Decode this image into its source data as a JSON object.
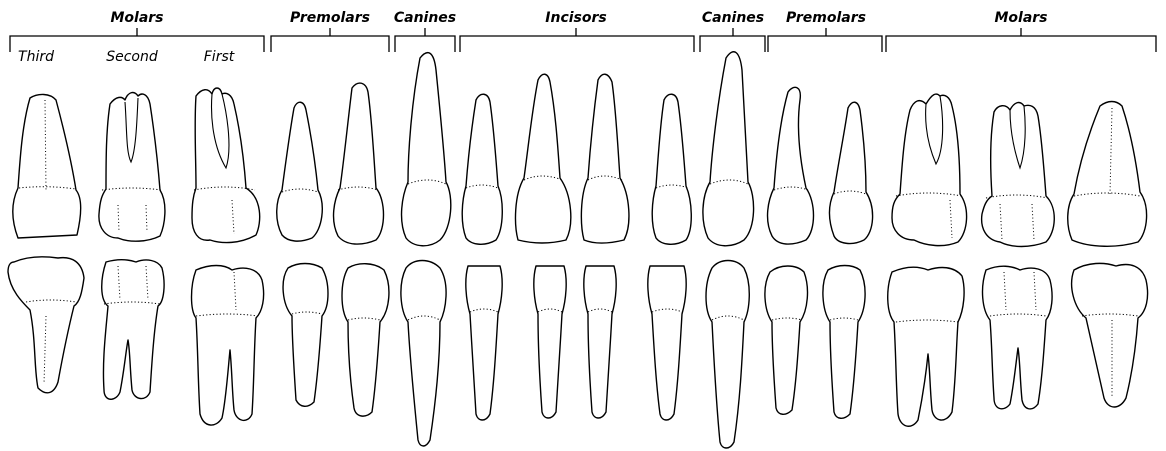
{
  "groups": [
    {
      "label": "Molars"
    },
    {
      "label": "Premolars"
    },
    {
      "label": "Canines"
    },
    {
      "label": "Incisors"
    },
    {
      "label": "Canines"
    },
    {
      "label": "Premolars"
    },
    {
      "label": "Molars"
    }
  ],
  "molar_labels": {
    "third": "Third",
    "second": "Second",
    "first": "First"
  }
}
